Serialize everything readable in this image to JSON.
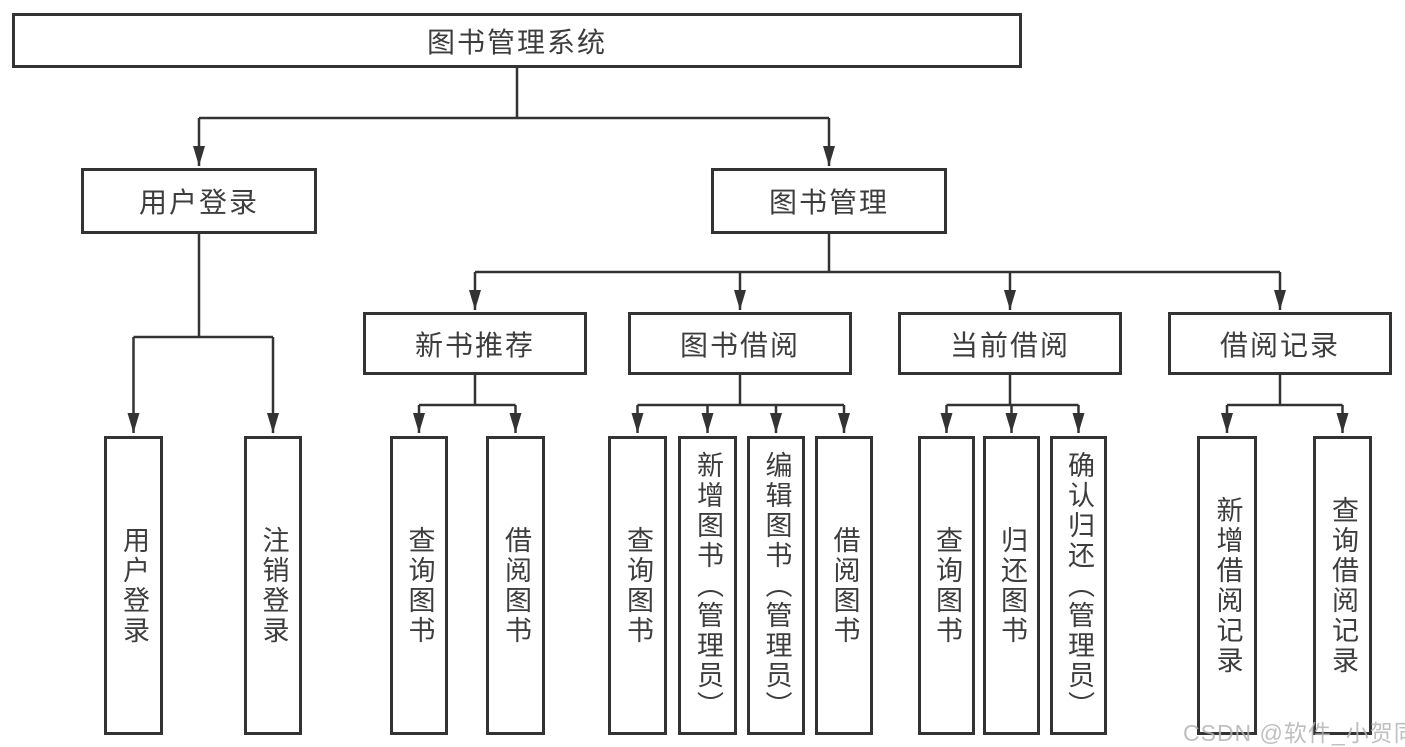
{
  "diagram": {
    "root": {
      "label": "图书管理系统"
    },
    "branches": [
      {
        "label": "用户登录",
        "children": [
          {
            "label": "用户登录"
          },
          {
            "label": "注销登录"
          }
        ]
      },
      {
        "label": "图书管理",
        "children": [
          {
            "label": "新书推荐",
            "children": [
              {
                "label": "查询图书"
              },
              {
                "label": "借阅图书"
              }
            ]
          },
          {
            "label": "图书借阅",
            "children": [
              {
                "label": "查询图书"
              },
              {
                "label": "新增图书（管理员）"
              },
              {
                "label": "编辑图书（管理员）"
              },
              {
                "label": "借阅图书"
              }
            ]
          },
          {
            "label": "当前借阅",
            "children": [
              {
                "label": "查询图书"
              },
              {
                "label": "归还图书"
              },
              {
                "label": "确认归还（管理员）"
              }
            ]
          },
          {
            "label": "借阅记录",
            "children": [
              {
                "label": "新增借阅记录"
              },
              {
                "label": "查询借阅记录"
              }
            ]
          }
        ]
      }
    ],
    "watermark": "CSDN @软件_小贺同学",
    "colors": {
      "line": "#333333",
      "box_border": "#333333",
      "text": "#3d3d3d",
      "background": "#ffffff",
      "watermark": "#b4b4b4"
    }
  }
}
